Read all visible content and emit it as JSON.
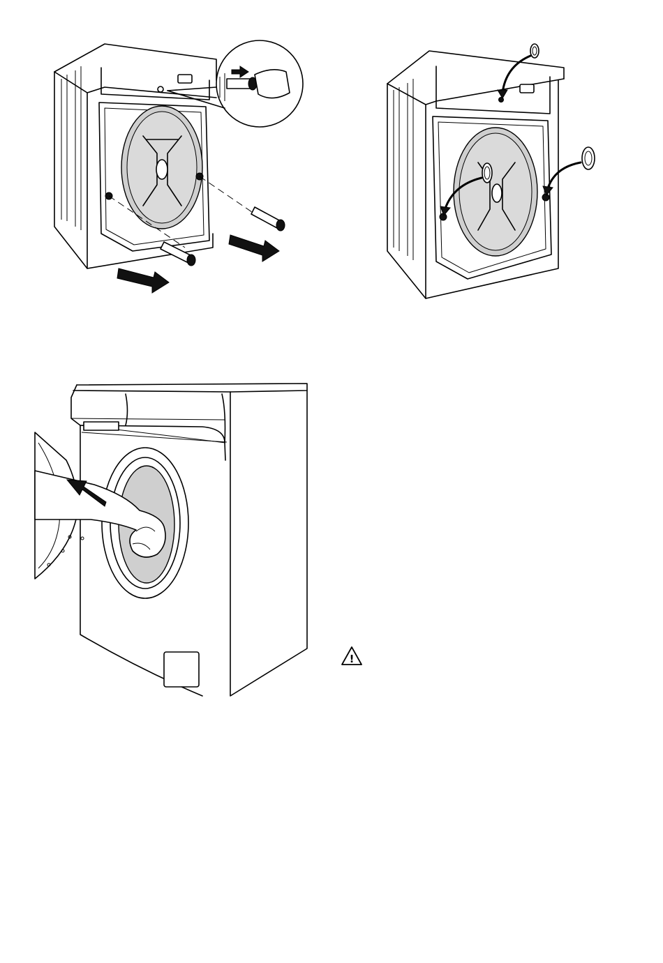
{
  "figures": [
    {
      "id": "transit-bolts-removal",
      "icon": "washing-machine-rear-bolts-illustration"
    },
    {
      "id": "plastic-plugs-insertion",
      "icon": "washing-machine-rear-plugs-illustration"
    },
    {
      "id": "drum-packaging-removal",
      "icon": "washing-machine-door-hand-illustration"
    }
  ],
  "warning": {
    "icon": "warning-triangle-icon",
    "symbol": "!"
  },
  "colors": {
    "line": "#000000",
    "fill_grey": "#cfcfcf",
    "background": "#ffffff"
  }
}
